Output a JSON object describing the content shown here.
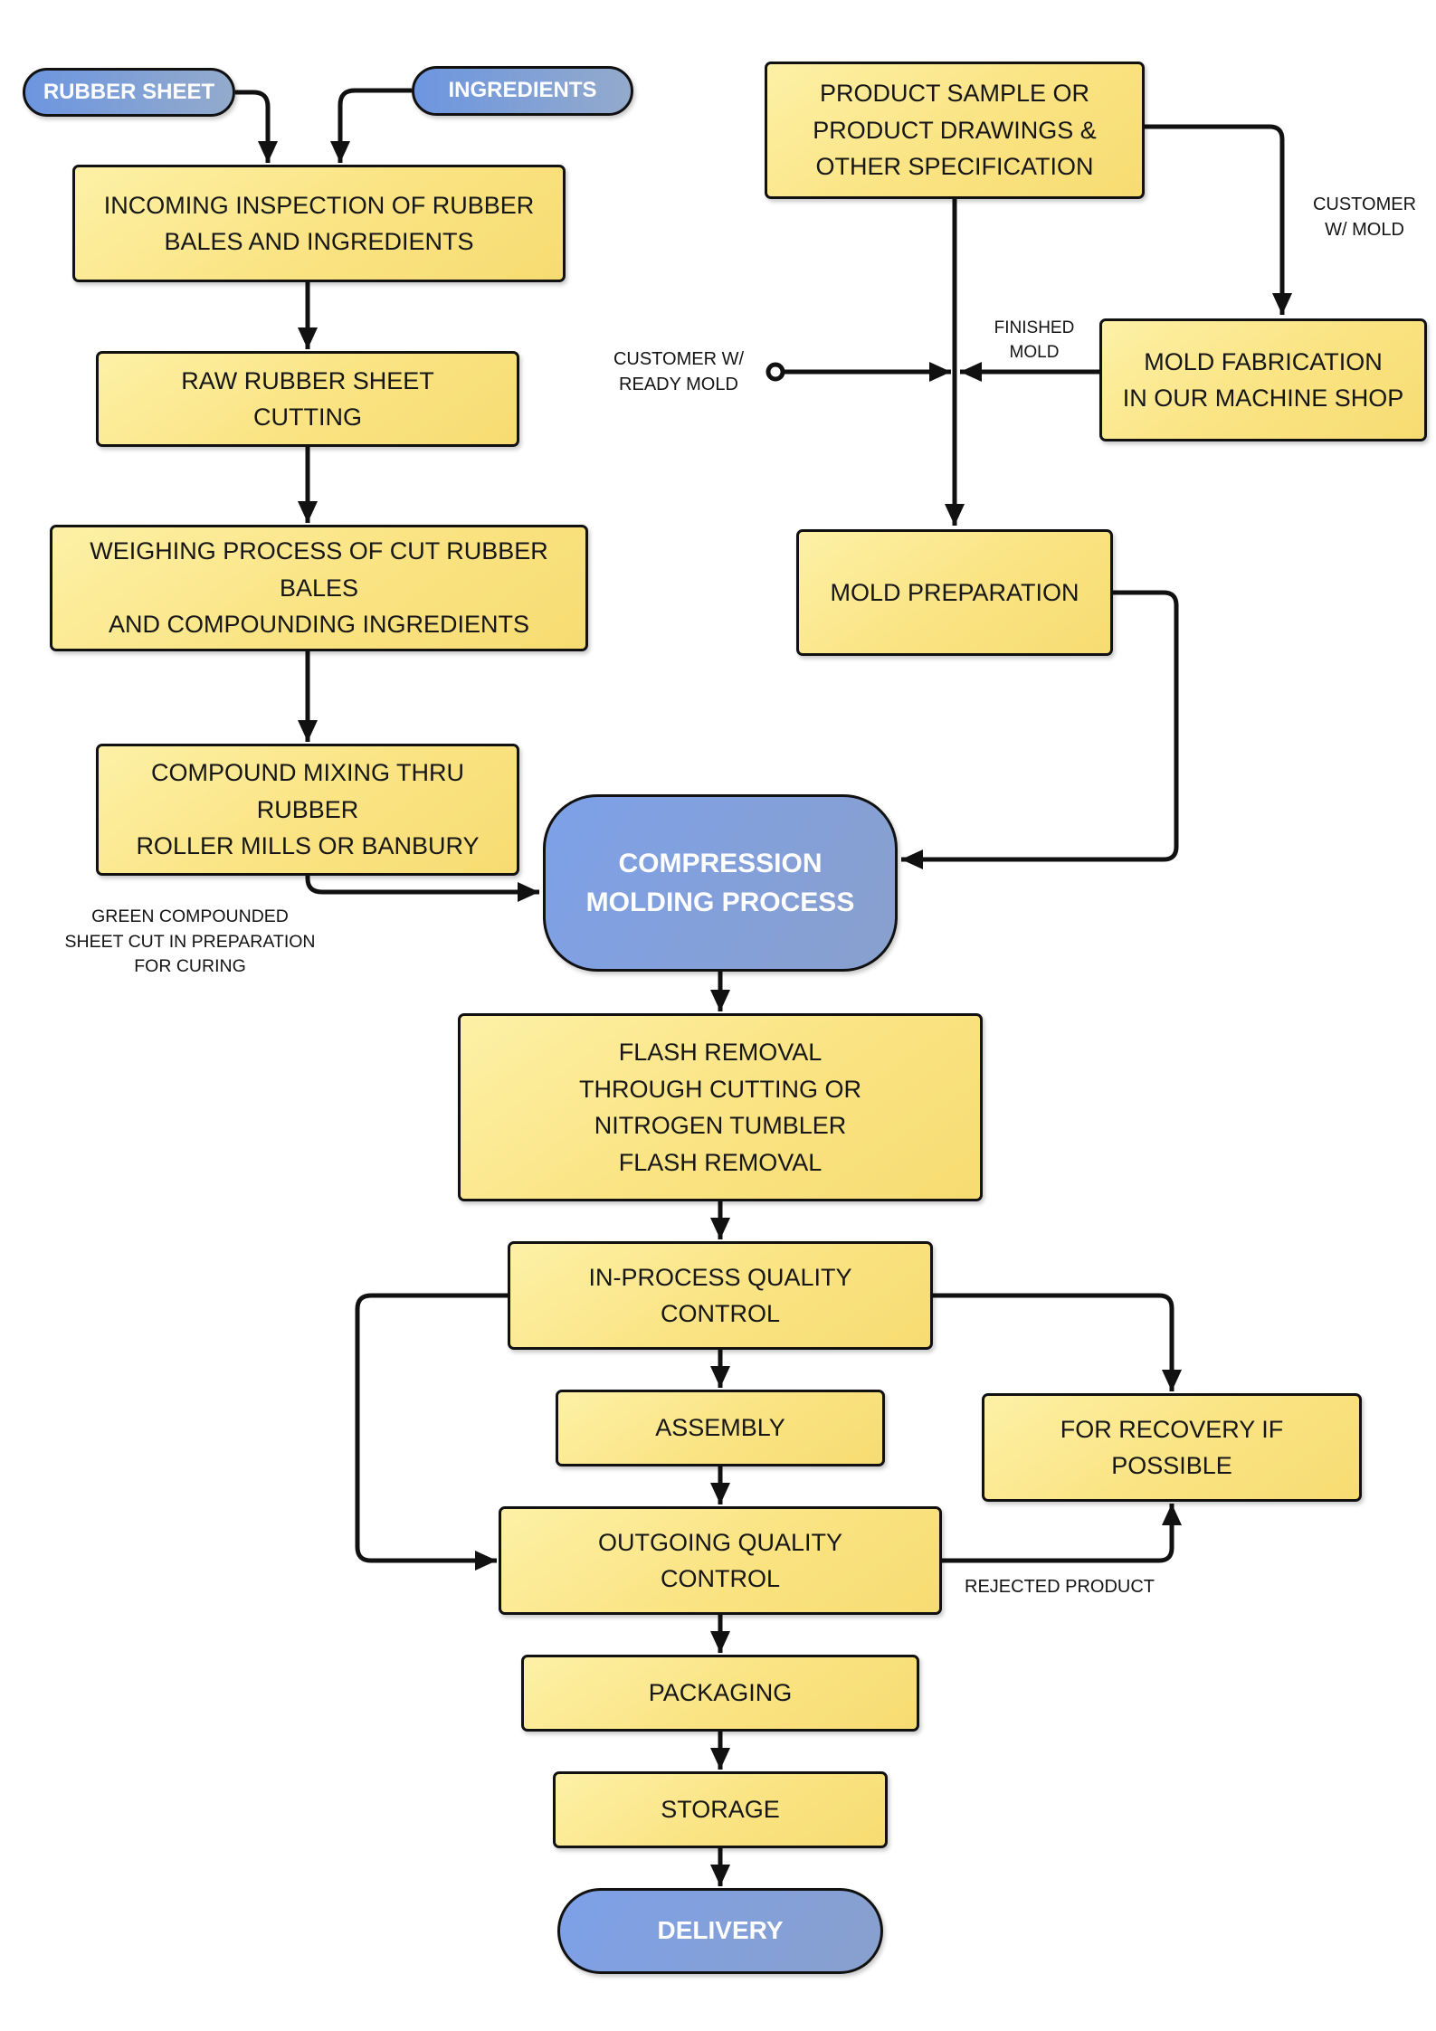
{
  "nodes": {
    "rubber_sheet": "RUBBER SHEET",
    "ingredients": "INGREDIENTS",
    "incoming_inspection": "INCOMING INSPECTION OF RUBBER\nBALES AND INGREDIENTS",
    "raw_cutting": "RAW RUBBER SHEET\nCUTTING",
    "weighing": "WEIGHING PROCESS OF CUT RUBBER BALES\nAND COMPOUNDING INGREDIENTS",
    "compound_mixing": "COMPOUND MIXING THRU RUBBER\nROLLER MILLS OR BANBURY",
    "product_sample": "PRODUCT SAMPLE OR\nPRODUCT DRAWINGS &\nOTHER SPECIFICATION",
    "mold_fabrication": "MOLD FABRICATION\nIN OUR MACHINE SHOP",
    "mold_preparation": "MOLD PREPARATION",
    "compression_molding": "COMPRESSION\nMOLDING PROCESS",
    "flash_removal": "FLASH REMOVAL\nTHROUGH CUTTING OR\nNITROGEN TUMBLER\nFLASH REMOVAL",
    "in_process_qc": "IN-PROCESS QUALITY\nCONTROL",
    "assembly": "ASSEMBLY",
    "outgoing_qc": "OUTGOING QUALITY\nCONTROL",
    "for_recovery": "FOR RECOVERY IF\nPOSSIBLE",
    "packaging": "PACKAGING",
    "storage": "STORAGE",
    "delivery": "DELIVERY"
  },
  "labels": {
    "customer_w_mold": "CUSTOMER\nW/ MOLD",
    "finished_mold": "FINISHED\nMOLD",
    "customer_ready_mold": "CUSTOMER W/\nREADY MOLD",
    "green_note": "GREEN COMPOUNDED\nSHEET CUT IN PREPARATION\nFOR CURING",
    "rejected_product": "REJECTED PRODUCT"
  },
  "colors": {
    "process_fill": "#FAE382",
    "process_border": "#111111",
    "terminal_fill_left": "#7DA0E8",
    "terminal_fill_right": "#89A0CD",
    "pill_fill_left": "#6D96E0",
    "pill_fill_right": "#93AACB",
    "connector": "#111111",
    "text": "#161616",
    "terminal_text": "#FFFFFF",
    "background": "#FFFFFF"
  }
}
